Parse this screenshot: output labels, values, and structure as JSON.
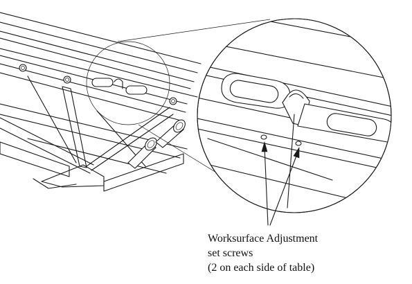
{
  "callout": {
    "line1": "Worksurface Adjustment",
    "line2": "set screws",
    "line3": "(2 on each side of table)"
  },
  "colors": {
    "ink": "#1a1a1a",
    "paper": "#ffffff"
  }
}
